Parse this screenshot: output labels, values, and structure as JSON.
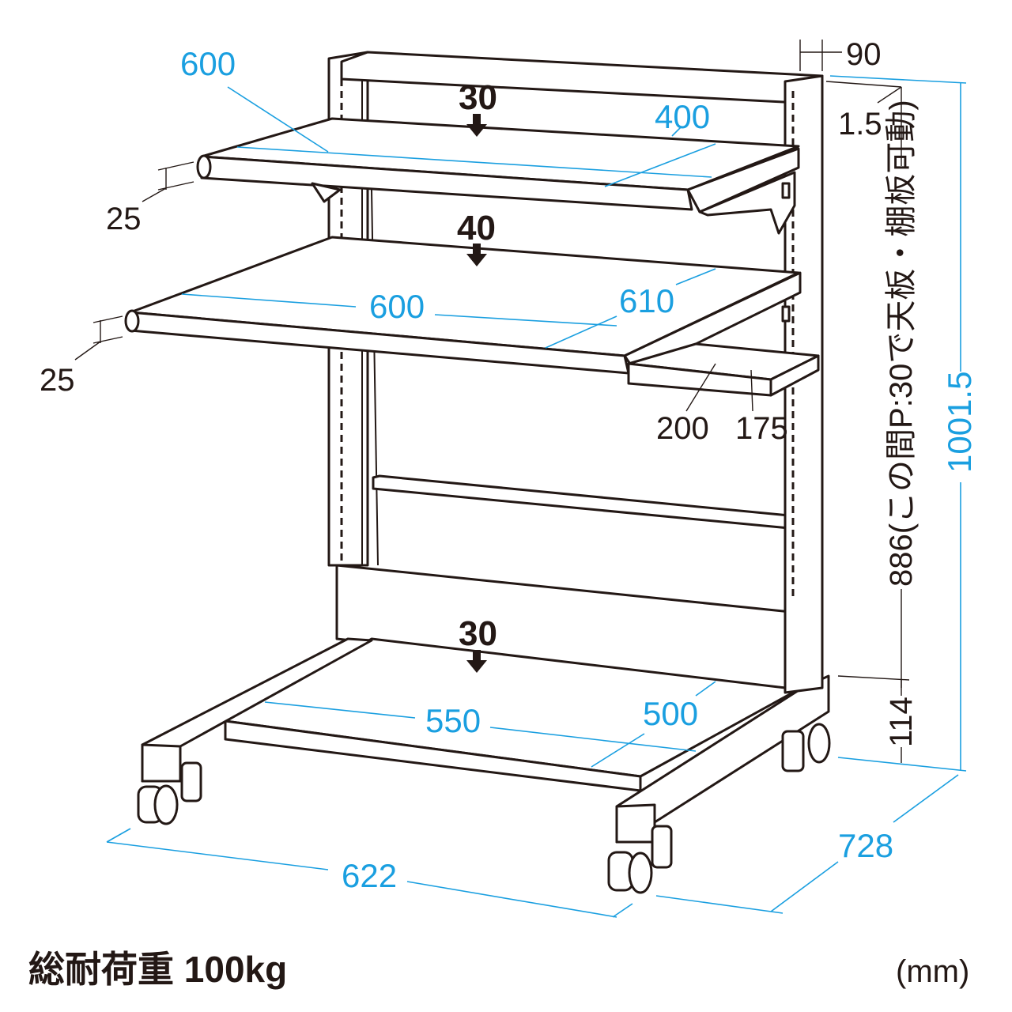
{
  "colors": {
    "dimension": "#1a9fe0",
    "line": "#231815"
  },
  "top_shelf": {
    "load": "30",
    "width": "600",
    "depth": "400",
    "thickness": "25"
  },
  "middle_shelf": {
    "load": "40",
    "width": "600",
    "depth": "610",
    "thickness": "25"
  },
  "side_shelf": {
    "width": "200",
    "depth": "175"
  },
  "bottom_shelf": {
    "load": "30",
    "width": "550",
    "depth": "500"
  },
  "overall": {
    "width": "622",
    "depth": "728",
    "height": "1001.5",
    "post_width": "90",
    "top_gap": "1.5",
    "adjustable_range": "886(この間P:30で天板・棚板可動)",
    "bottom_height": "114"
  },
  "footer": {
    "total_load": "総耐荷重 100kg",
    "unit": "(mm)"
  }
}
